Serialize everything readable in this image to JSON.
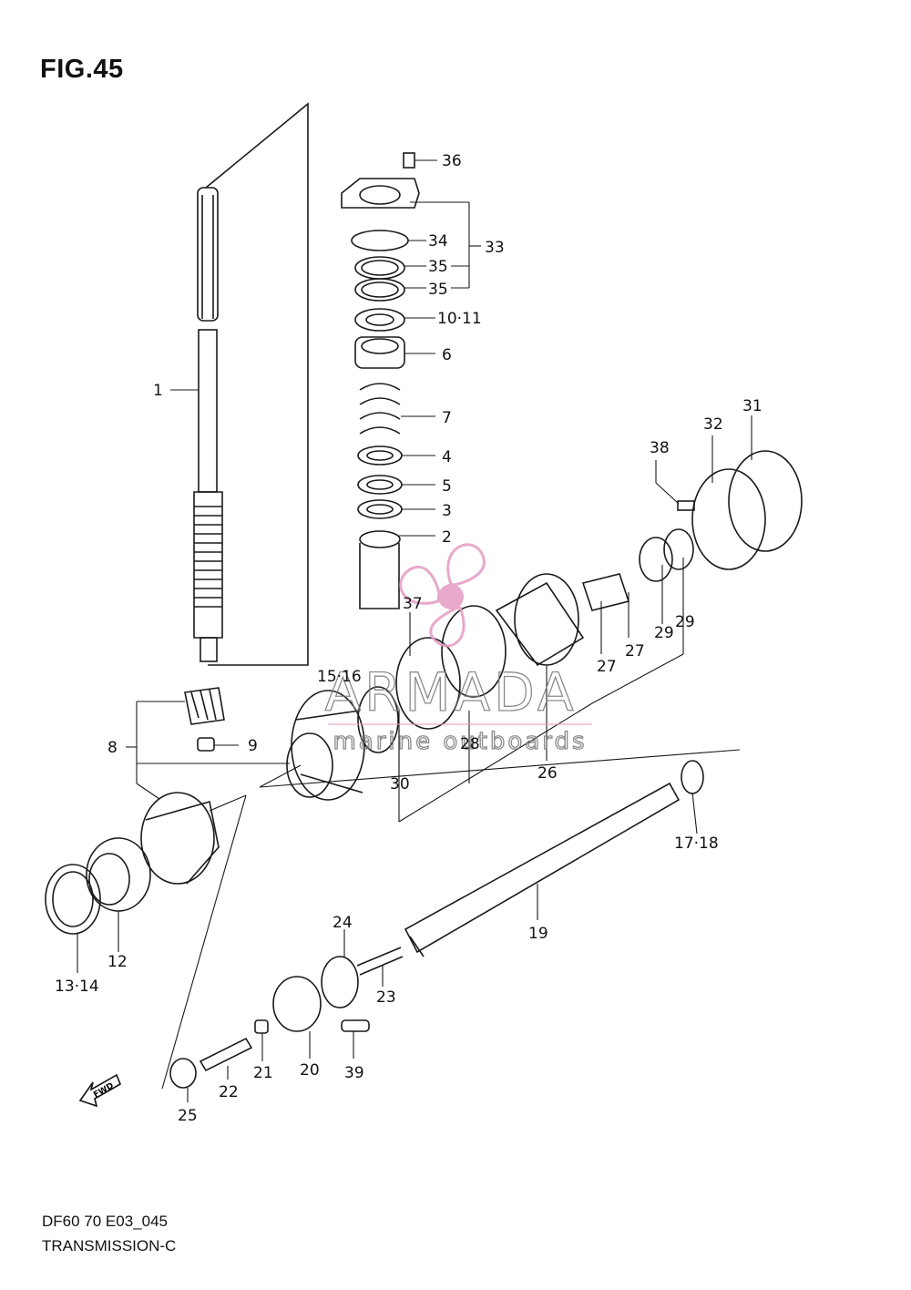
{
  "figure": {
    "title": "FIG.45"
  },
  "footer": {
    "code": "DF60 70 E03_045",
    "section": "TRANSMISSION-C"
  },
  "watermark": {
    "brand": "ARMADA",
    "tagline": "marine outboards",
    "accent_color": "#e59bc2"
  },
  "fwd_arrow_label": "FWD",
  "callouts": {
    "c1": "1",
    "c2": "2",
    "c3": "3",
    "c4": "4",
    "c5": "5",
    "c6": "6",
    "c7": "7",
    "c8": "8",
    "c9": "9",
    "c10_11": "10·11",
    "c12": "12",
    "c13_14": "13·14",
    "c15_16": "15·16",
    "c17_18": "17·18",
    "c19": "19",
    "c20": "20",
    "c21": "21",
    "c22": "22",
    "c23": "23",
    "c24": "24",
    "c25": "25",
    "c26": "26",
    "c27a": "27",
    "c27b": "27",
    "c28": "28",
    "c29a": "29",
    "c29b": "29",
    "c30": "30",
    "c31": "31",
    "c32": "32",
    "c33": "33",
    "c34": "34",
    "c35a": "35",
    "c35b": "35",
    "c36": "36",
    "c37": "37",
    "c38": "38",
    "c39": "39"
  }
}
